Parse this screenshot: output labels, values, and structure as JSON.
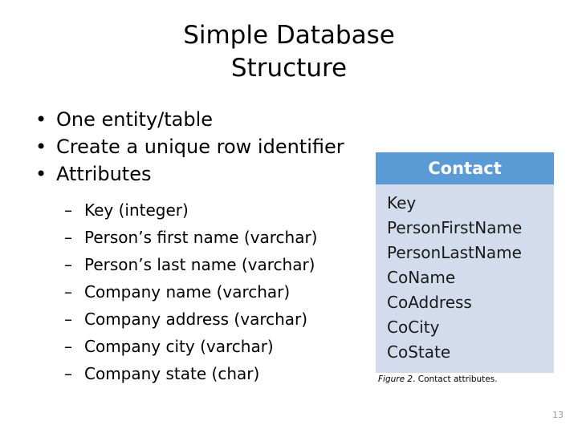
{
  "slide": {
    "title_line1": "Simple Database",
    "title_line2": "Structure",
    "page_number": "13"
  },
  "bullets": [
    {
      "text": "One entity/table",
      "marker": "•"
    },
    {
      "text": "Create a unique row identifier",
      "marker": "•"
    },
    {
      "text": "Attributes",
      "marker": "•"
    }
  ],
  "sub_bullets": {
    "marker": "–",
    "items": [
      {
        "text": "Key (integer)"
      },
      {
        "text": "Person’s first name (varchar)"
      },
      {
        "text": "Person’s last name (varchar)"
      },
      {
        "text": "Company name (varchar)"
      },
      {
        "text": "Company address (varchar)"
      },
      {
        "text": "Company city (varchar)"
      },
      {
        "text": "Company state (char)"
      }
    ]
  },
  "figure": {
    "header_title": "Contact",
    "fields": [
      {
        "name": "Key"
      },
      {
        "name": "PersonFirstName"
      },
      {
        "name": "PersonLastName"
      },
      {
        "name": "CoName"
      },
      {
        "name": "CoAddress"
      },
      {
        "name": "CoCity"
      },
      {
        "name": "CoState"
      }
    ],
    "caption_label": "Figure 2",
    "caption_text": ". Contact attributes.",
    "colors": {
      "header_bg": "#5B9BD5",
      "body_bg": "#D3DCEC",
      "header_text": "#FFFFFF"
    }
  }
}
